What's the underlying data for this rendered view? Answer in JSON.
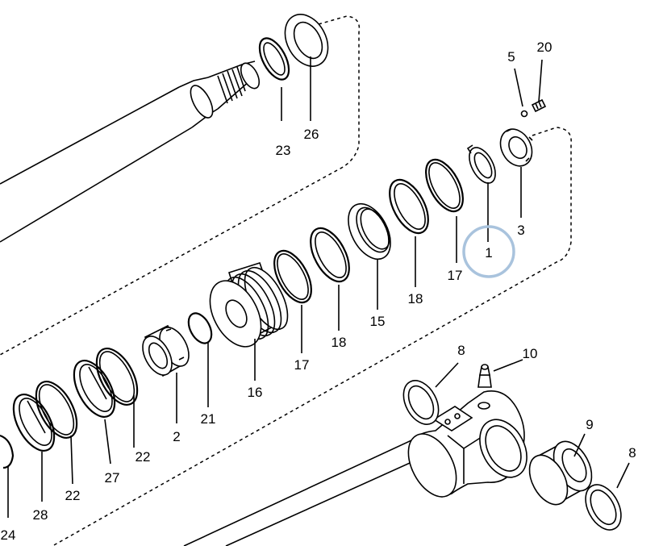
{
  "diagram": {
    "labels": {
      "p1": "1",
      "p2": "2",
      "p3": "3",
      "p5": "5",
      "p8a": "8",
      "p8b": "8",
      "p9": "9",
      "p10": "10",
      "p15": "15",
      "p16": "16",
      "p17a": "17",
      "p17b": "17",
      "p18a": "18",
      "p18b": "18",
      "p20": "20",
      "p21": "21",
      "p22a": "22",
      "p22b": "22",
      "p23": "23",
      "p24": "24",
      "p26": "26",
      "p27": "27",
      "p28": "28"
    },
    "highlighted_part": "1",
    "colors": {
      "line": "#000000",
      "highlight": "#a9c3dd",
      "background": "#ffffff"
    }
  }
}
